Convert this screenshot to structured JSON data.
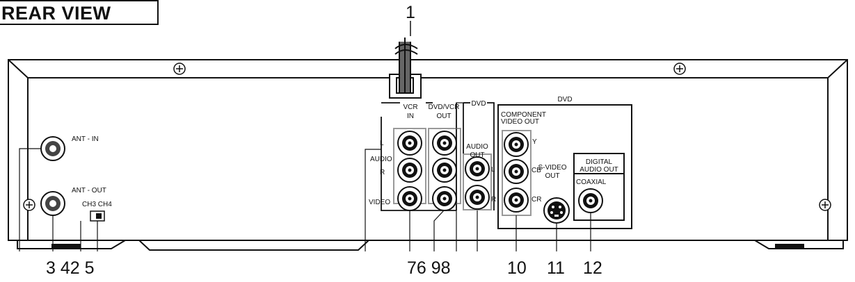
{
  "title": "REAR VIEW",
  "callouts": {
    "top": "1",
    "bottom_left": "3 42 5",
    "bottom_mid": "76 98",
    "n10": "10",
    "n11": "11",
    "n12": "12"
  },
  "labels": {
    "ant_in": "ANT - IN",
    "ant_out": "ANT - OUT",
    "ch3ch4": "CH3 CH4",
    "vcr": "VCR",
    "in": "IN",
    "dvdvcr": "DVD/VCR",
    "out": "OUT",
    "dvd_top": "DVD",
    "dvd_small": "DVD",
    "l": "L",
    "audio": "AUDIO",
    "r": "R",
    "video": "VIDEO",
    "audio_out_1": "AUDIO",
    "audio_out_2": "OUT",
    "l2": "L",
    "r2": "R",
    "component_1": "COMPONENT",
    "component_2": "VIDEO OUT",
    "y": "Y",
    "cb": "CB",
    "cr": "CR",
    "svideo_1": "S-VIDEO",
    "svideo_2": "OUT",
    "digital_1": "DIGITAL",
    "digital_2": "AUDIO OUT",
    "coaxial": "COAXIAL"
  }
}
